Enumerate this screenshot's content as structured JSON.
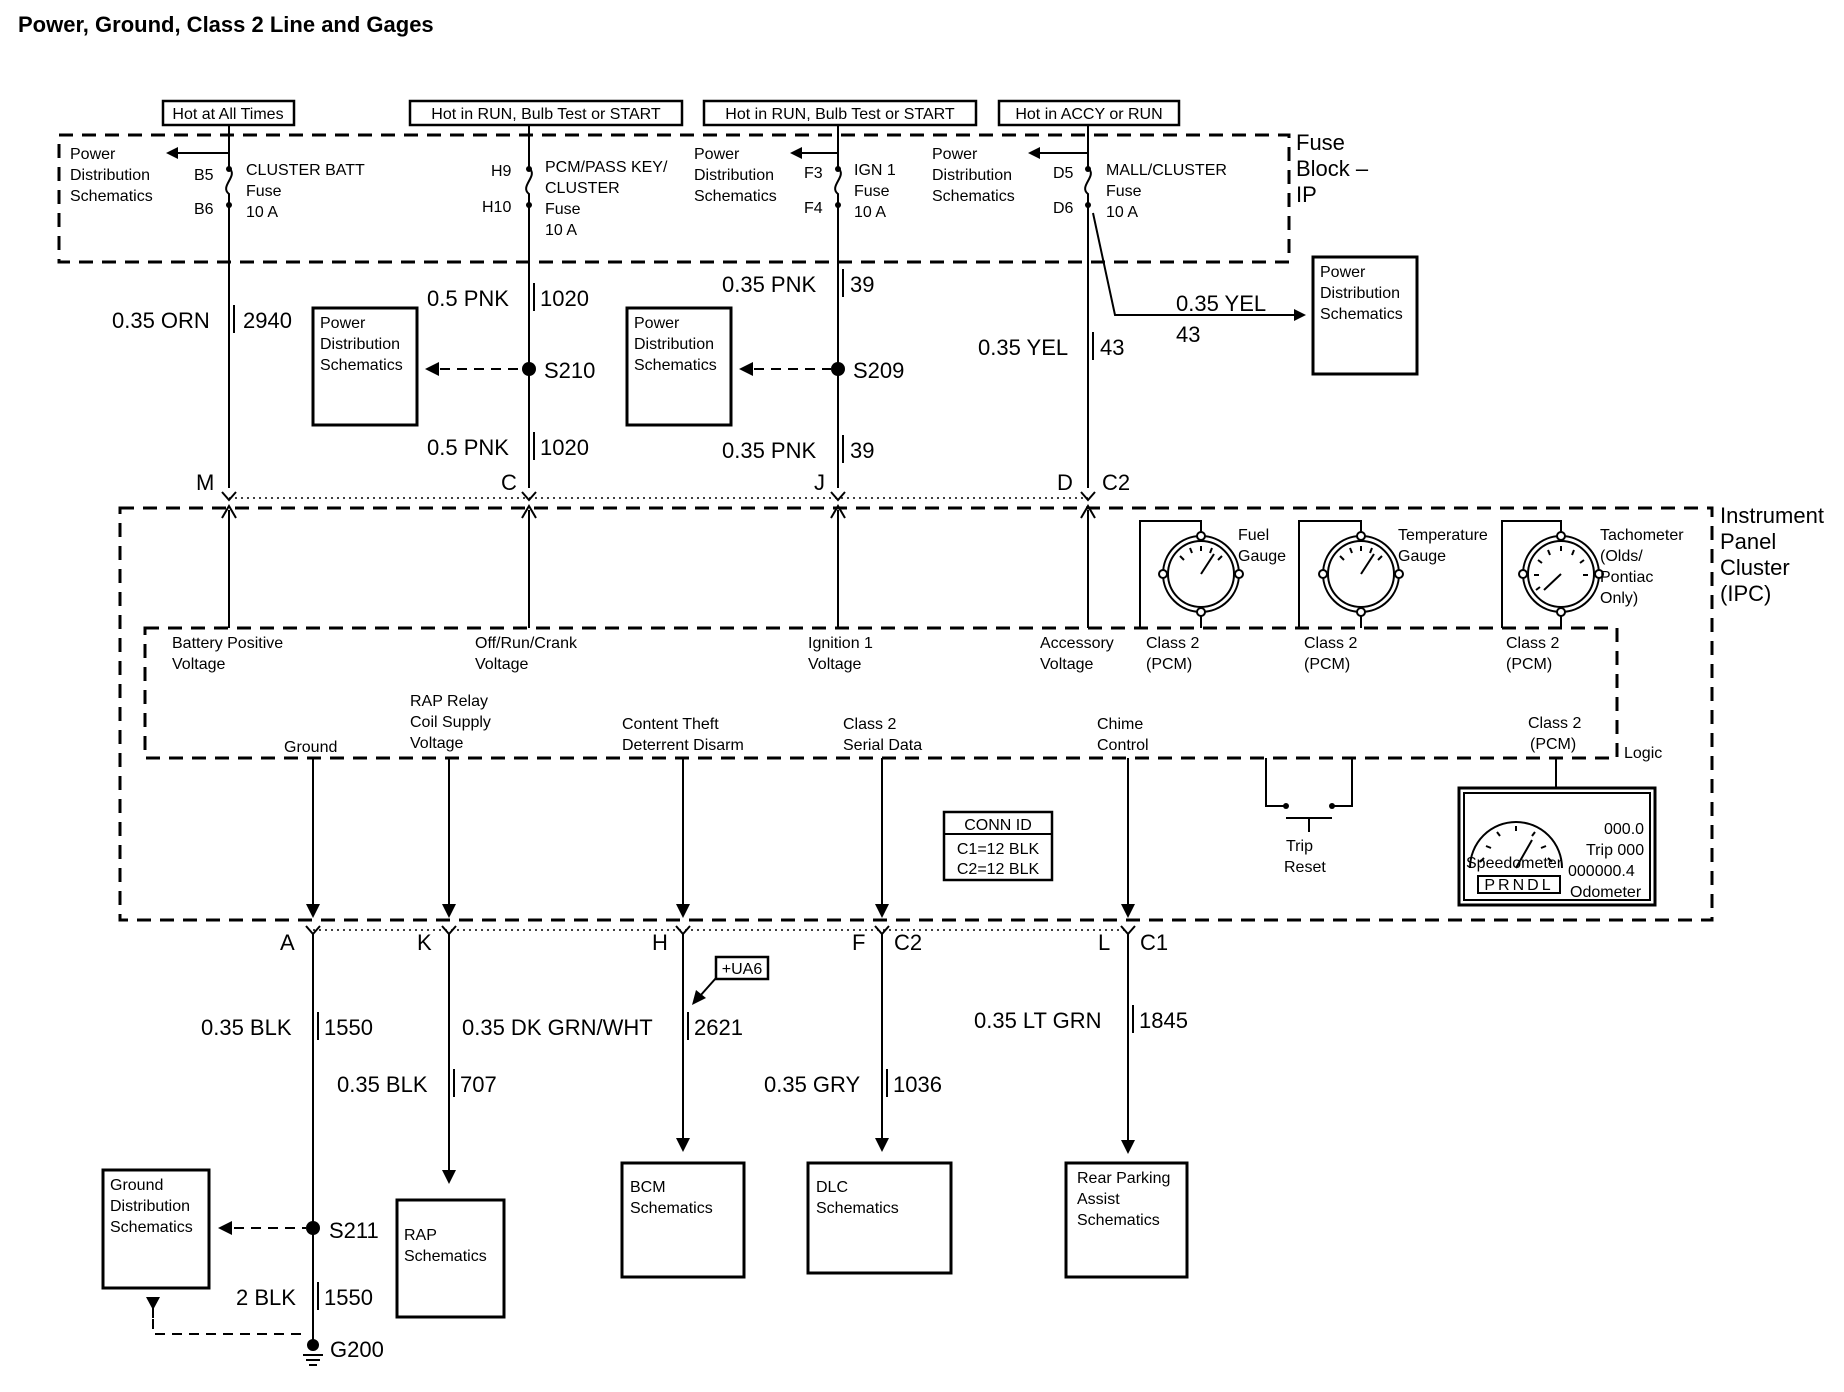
{
  "title": "Power, Ground, Class 2 Line and Gages",
  "headers": [
    "Hot at All Times",
    "Hot in RUN, Bulb Test or START",
    "Hot in RUN, Bulb Test or START",
    "Hot in ACCY or RUN"
  ],
  "fuse_block": {
    "label_1": "Fuse",
    "label_2": "Block –",
    "label_3": "IP"
  },
  "power_dist": [
    "Power",
    "Distribution",
    "Schematics"
  ],
  "fuses": [
    {
      "pin_top": "B5",
      "pin_bottom": "B6",
      "name_1": "CLUSTER BATT",
      "name_2": "",
      "type": "Fuse",
      "rating": "10 A"
    },
    {
      "pin_top": "H9",
      "pin_bottom": "H10",
      "name_1": "PCM/PASS KEY/",
      "name_2": "CLUSTER",
      "type": "Fuse",
      "rating": "10 A"
    },
    {
      "pin_top": "F3",
      "pin_bottom": "F4",
      "name_1": "IGN 1",
      "name_2": "",
      "type": "Fuse",
      "rating": "10 A"
    },
    {
      "pin_top": "D5",
      "pin_bottom": "D6",
      "name_1": "MALL/CLUSTER",
      "name_2": "",
      "type": "Fuse",
      "rating": "10 A"
    }
  ],
  "wires_top": {
    "w1": {
      "size": "0.35 ORN",
      "circuit": "2940"
    },
    "w2a": {
      "size": "0.5 PNK",
      "circuit": "1020"
    },
    "w2b": {
      "size": "0.5 PNK",
      "circuit": "1020"
    },
    "w3a": {
      "size": "0.35 PNK",
      "circuit": "39"
    },
    "w3b": {
      "size": "0.35 PNK",
      "circuit": "39"
    },
    "w4": {
      "size": "0.35 YEL",
      "circuit": "43"
    },
    "w5": {
      "size": "0.35 YEL",
      "circuit": "43"
    }
  },
  "splices": {
    "s210": "S210",
    "s209": "S209",
    "s211": "S211"
  },
  "pins_top": {
    "m": "M",
    "c": "C",
    "j": "J",
    "d": "D",
    "conn": "C2"
  },
  "ipc": {
    "label_1": "Instrument",
    "label_2": "Panel",
    "label_3": "Cluster",
    "label_4": "(IPC)",
    "logic": "Logic"
  },
  "inputs": [
    {
      "l1": "Battery Positive",
      "l2": "Voltage"
    },
    {
      "l1": "Off/Run/Crank",
      "l2": "Voltage"
    },
    {
      "l1": "Ignition 1",
      "l2": "Voltage"
    },
    {
      "l1": "Accessory",
      "l2": "Voltage"
    }
  ],
  "gauges": [
    {
      "l1": "Fuel",
      "l2": "Gauge",
      "l3": "",
      "l4": ""
    },
    {
      "l1": "Temperature",
      "l2": "Gauge",
      "l3": "",
      "l4": ""
    },
    {
      "l1": "Tachometer",
      "l2": "(Olds/",
      "l3": "Pontiac",
      "l4": "Only)"
    }
  ],
  "class2": {
    "l1": "Class 2",
    "l2": "(PCM)"
  },
  "outputs": {
    "ground": "Ground",
    "rap_1": "RAP Relay",
    "rap_2": "Coil Supply",
    "rap_3": "Voltage",
    "ctd_1": "Content Theft",
    "ctd_2": "Deterrent Disarm",
    "c2s_1": "Class 2",
    "c2s_2": "Serial Data",
    "chime_1": "Chime",
    "chime_2": "Control"
  },
  "conn_id": {
    "title": "CONN ID",
    "c1": "C1=12 BLK",
    "c2": "C2=12 BLK"
  },
  "trip": {
    "l1": "Trip",
    "l2": "Reset"
  },
  "speedo": {
    "name": "Speedometer",
    "prndl": "PRNDL",
    "v1": "000.0",
    "trip": "Trip 000",
    "v2": "000000.4",
    "odo": "Odometer"
  },
  "pins_bottom": {
    "a": "A",
    "k": "K",
    "h": "H",
    "f": "F",
    "c2": "C2",
    "l": "L",
    "c1": "C1"
  },
  "wires_bottom": {
    "w1": {
      "size": "0.35 BLK",
      "circuit": "1550"
    },
    "w2": {
      "size": "0.35 BLK",
      "circuit": "707"
    },
    "w3": {
      "size": "0.35 DK GRN/WHT",
      "circuit": "2621"
    },
    "w4": {
      "size": "0.35 GRY",
      "circuit": "1036"
    },
    "w5": {
      "size": "0.35 LT GRN",
      "circuit": "1845"
    },
    "w6": {
      "size": "2 BLK",
      "circuit": "1550"
    }
  },
  "option": "+UA6",
  "ground_dist": [
    "Ground",
    "Distribution",
    "Schematics"
  ],
  "ground_point": "G200",
  "rap_box": [
    "RAP",
    "Schematics"
  ],
  "bcm_box": [
    "BCM",
    "Schematics"
  ],
  "dlc_box": [
    "DLC",
    "Schematics"
  ],
  "rpa_box": [
    "Rear Parking",
    "Assist",
    "Schematics"
  ]
}
